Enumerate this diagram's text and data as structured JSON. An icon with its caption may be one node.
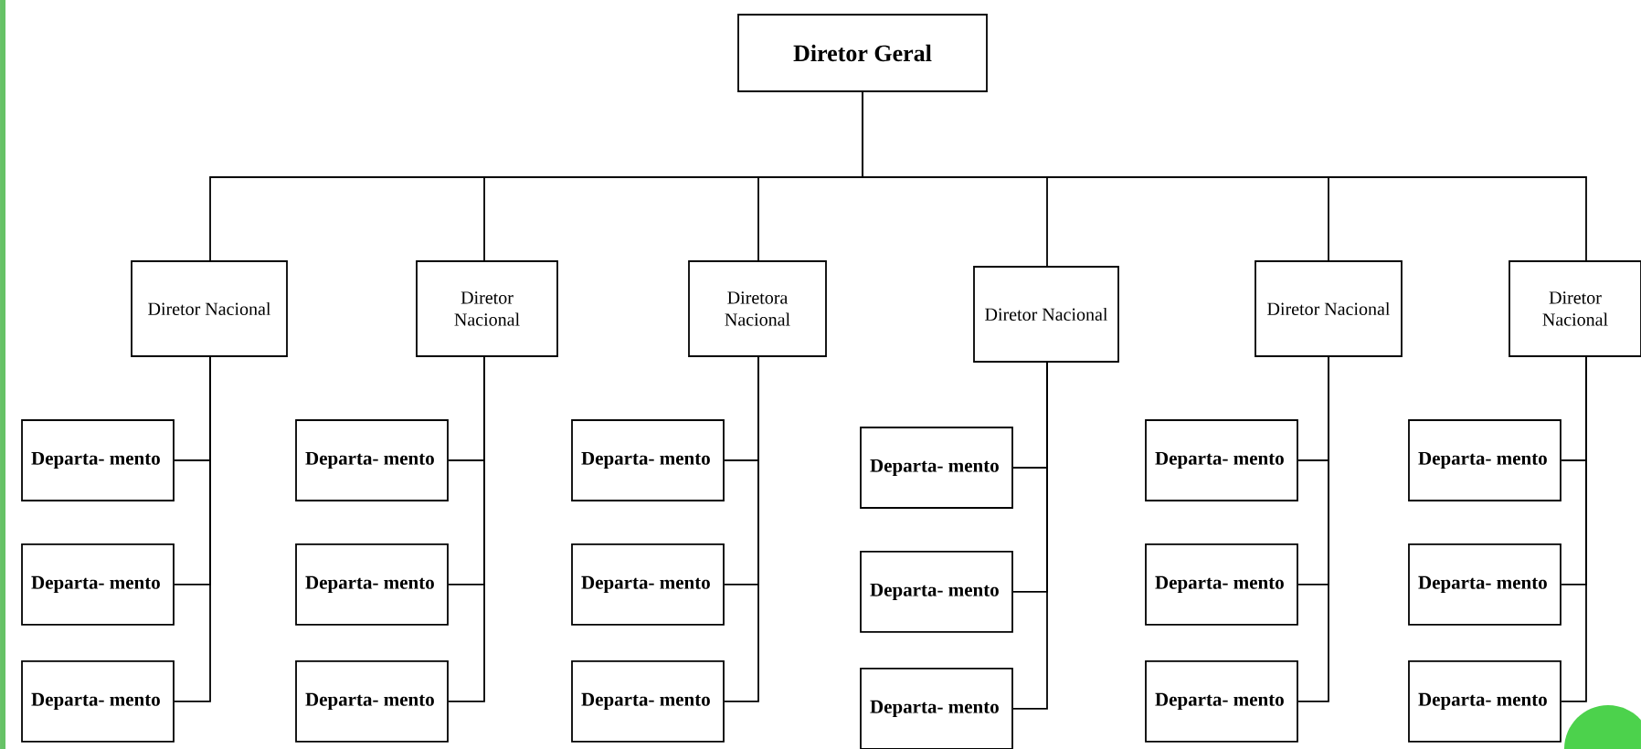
{
  "diagram": {
    "nodes": [
      {
        "text": [
          "Diretor Geral"
        ]
      },
      {
        "text": [
          "Diretor Nacional"
        ]
      },
      {
        "text": [
          "Diretor Nacional"
        ]
      },
      {
        "text": [
          "Diretora Nacional"
        ]
      },
      {
        "text": [
          "Diretor Nacional"
        ]
      },
      {
        "text": [
          "Diretor Nacional"
        ]
      },
      {
        "text": [
          "Diretor Nacional"
        ]
      },
      {
        "text": [
          "Departa- mento"
        ]
      },
      {
        "text": [
          "Departa- mento"
        ]
      },
      {
        "text": [
          "Departa- mento"
        ]
      },
      {
        "text": [
          "Departa- mento"
        ]
      },
      {
        "text": [
          "Departa- mento"
        ]
      },
      {
        "text": [
          "Departa- mento"
        ]
      },
      {
        "text": [
          "Departa- mento"
        ]
      },
      {
        "text": [
          "Departa- mento"
        ]
      },
      {
        "text": [
          "Departa- mento"
        ]
      },
      {
        "text": [
          "Departa- mento"
        ]
      },
      {
        "text": [
          "Departa- mento"
        ]
      },
      {
        "text": [
          "Departa- mento"
        ]
      },
      {
        "text": [
          "Departa- mento"
        ]
      },
      {
        "text": [
          "Departa- mento"
        ]
      },
      {
        "text": [
          "Departa- mento"
        ]
      },
      {
        "text": [
          "Departa- mento"
        ]
      },
      {
        "text": [
          "Departa- mento"
        ]
      },
      {
        "text": [
          "Departa- mento"
        ]
      }
    ],
    "edges": [
      {
        "from": 0,
        "to": 1,
        "arrow": "none"
      },
      {
        "from": 0,
        "to": 2,
        "arrow": "none"
      },
      {
        "from": 0,
        "to": 3,
        "arrow": "none"
      },
      {
        "from": 0,
        "to": 4,
        "arrow": "none"
      },
      {
        "from": 0,
        "to": 5,
        "arrow": "none"
      },
      {
        "from": 0,
        "to": 6,
        "arrow": "none"
      },
      {
        "from": 1,
        "to": 7,
        "arrow": "none"
      },
      {
        "from": 2,
        "to": 8,
        "arrow": "none"
      },
      {
        "from": 3,
        "to": 9,
        "arrow": "none"
      },
      {
        "from": 4,
        "to": 10,
        "arrow": "none"
      },
      {
        "from": 5,
        "to": 11,
        "arrow": "none"
      },
      {
        "from": 6,
        "to": 12,
        "arrow": "none"
      },
      {
        "from": 1,
        "to": 13,
        "arrow": "none"
      },
      {
        "from": 2,
        "to": 14,
        "arrow": "none"
      },
      {
        "from": 3,
        "to": 15,
        "arrow": "none"
      },
      {
        "from": 4,
        "to": 16,
        "arrow": "none"
      },
      {
        "from": 5,
        "to": 17,
        "arrow": "none"
      },
      {
        "from": 6,
        "to": 18,
        "arrow": "none"
      },
      {
        "from": 1,
        "to": 19,
        "arrow": "none"
      },
      {
        "from": 2,
        "to": 20,
        "arrow": "none"
      },
      {
        "from": 3,
        "to": 21,
        "arrow": "none"
      },
      {
        "from": 4,
        "to": 22,
        "arrow": "none"
      },
      {
        "from": 5,
        "to": 23,
        "arrow": "none"
      },
      {
        "from": 6,
        "to": 24,
        "arrow": "none"
      }
    ]
  }
}
